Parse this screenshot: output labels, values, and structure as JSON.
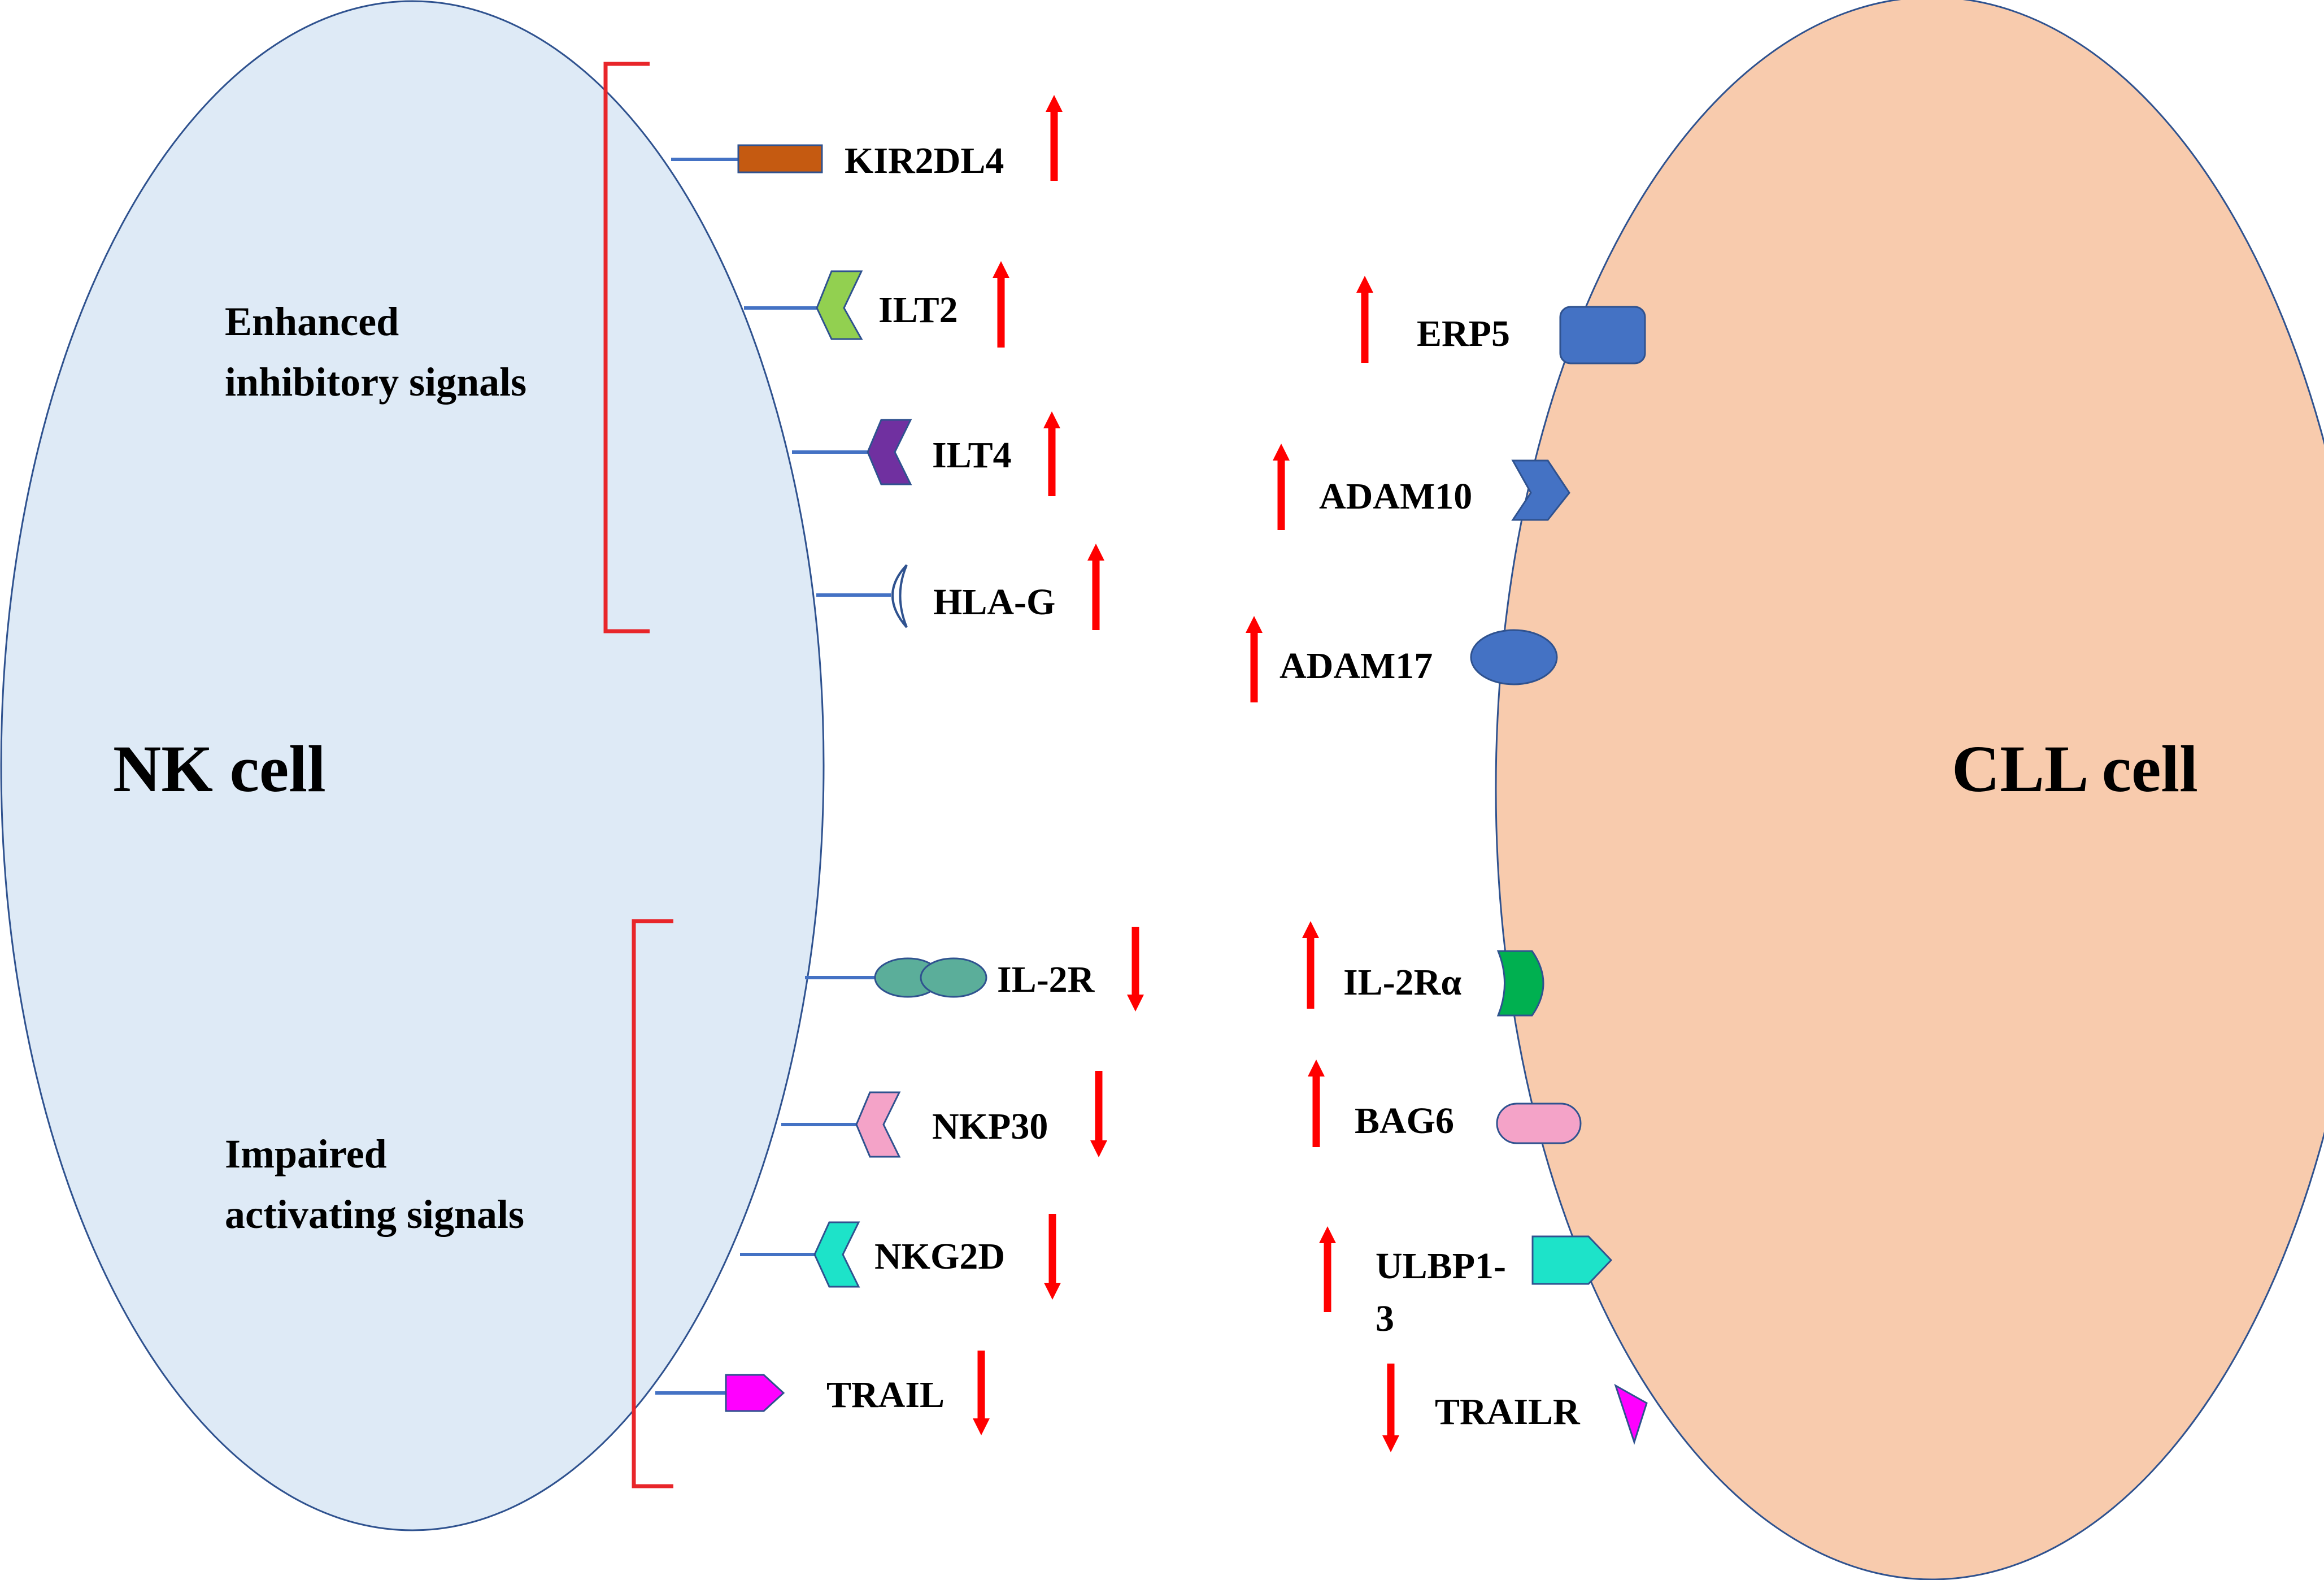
{
  "nk_cell": {
    "label": "NK cell",
    "fill": "#deeaf6",
    "stroke": "#2f528f"
  },
  "cll_cell": {
    "label": "CLL cell",
    "fill": "#f8cbad",
    "stroke": "#2f528f"
  },
  "groups": {
    "inhibitory": {
      "line1": "Enhanced",
      "line2": "inhibitory signals"
    },
    "activating": {
      "line1": "Impaired",
      "line2": "activating signals"
    }
  },
  "colors": {
    "arrow": "#ff0000",
    "bracket": "#e8262a",
    "stem": "#4472c4"
  },
  "nk_receptors": [
    {
      "label": "KIR2DL4",
      "shape": "rect",
      "color": "#c55a11",
      "change": "up"
    },
    {
      "label": "ILT2",
      "shape": "chevron",
      "color": "#92d050",
      "change": "up"
    },
    {
      "label": "ILT4",
      "shape": "chevron",
      "color": "#7030a0",
      "change": "up"
    },
    {
      "label": "HLA-G",
      "shape": "crescent",
      "color": "#ffffff",
      "change": "up"
    },
    {
      "label": "IL-2R",
      "shape": "double-ellipse",
      "color": "#5bae9a",
      "change": "down"
    },
    {
      "label": "NKP30",
      "shape": "chevron",
      "color": "#f4a3c8",
      "change": "down"
    },
    {
      "label": "NKG2D",
      "shape": "chevron",
      "color": "#1de3c9",
      "change": "down"
    },
    {
      "label": "TRAIL",
      "shape": "pentagon",
      "color": "#ff00ff",
      "change": "down"
    }
  ],
  "cll_molecules": [
    {
      "label": "ERP5",
      "shape": "rounded-rect",
      "color": "#4472c4",
      "change": "up"
    },
    {
      "label": "ADAM10",
      "shape": "chevron-right",
      "color": "#4472c4",
      "change": "up"
    },
    {
      "label": "ADAM17",
      "shape": "ellipse",
      "color": "#4472c4",
      "change": "up"
    },
    {
      "label": "IL-2Rα",
      "shape": "half-cylinder",
      "color": "#00b050",
      "change": "up"
    },
    {
      "label": "BAG6",
      "shape": "pill",
      "color": "#f4a3c8",
      "change": "up"
    },
    {
      "label": "ULBP1-",
      "label2": "3",
      "shape": "pentagon",
      "color": "#1de3c9",
      "change": "up"
    },
    {
      "label": "TRAILR",
      "shape": "triangle",
      "color": "#ff00ff",
      "change": "down"
    }
  ]
}
